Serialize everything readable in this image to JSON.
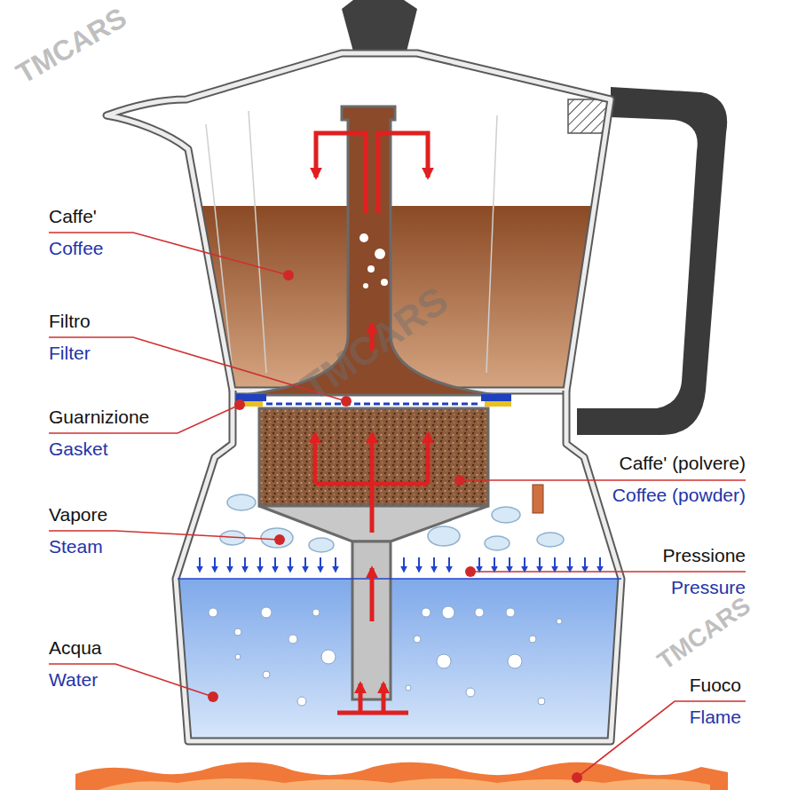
{
  "diagram": {
    "labels": [
      "Caffe'",
      "Coffee",
      "Filtro",
      "Filter",
      "Guarnizione",
      "Gasket",
      "Caffe' (polvere)",
      "Coffee (powder)",
      "Vapore",
      "Steam",
      "Pressione",
      "Pressure",
      "Acqua",
      "Water",
      "Fuoco",
      "Flame",
      "TMCARS",
      "TMCARS",
      "TMCARS"
    ]
  }
}
